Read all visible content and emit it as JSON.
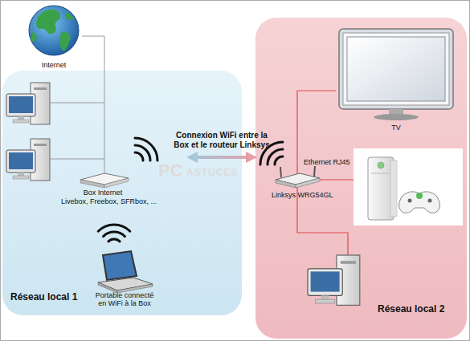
{
  "diagram": {
    "nodes": [
      {
        "text": [
          "Internet"
        ]
      },
      {
        "text": [
          "Réseau local 1"
        ]
      },
      {
        "text": [
          "Box Internet",
          "Livebox, Freebox, SFRbox, ..."
        ],
        "in": 1
      },
      {
        "text": [
          "Portable connecté en WiFi à la Box"
        ],
        "in": 1
      },
      {
        "text": [
          "Réseau local 2"
        ]
      },
      {
        "text": [
          "TV"
        ],
        "in": 4
      },
      {
        "text": [
          "Linksys WRG54GL"
        ],
        "in": 4
      }
    ],
    "edges": [
      {
        "from": 0,
        "to": 2,
        "arrow": "none"
      },
      {
        "from": 2,
        "to": 6,
        "label": "Connexion WiFi entre la Box et le routeur Linksys",
        "arrow": "both"
      },
      {
        "from": 6,
        "to": 5,
        "arrow": "none"
      }
    ],
    "labels": [
      "Ethernet RJ45",
      "PC",
      "ASTUCES"
    ]
  }
}
